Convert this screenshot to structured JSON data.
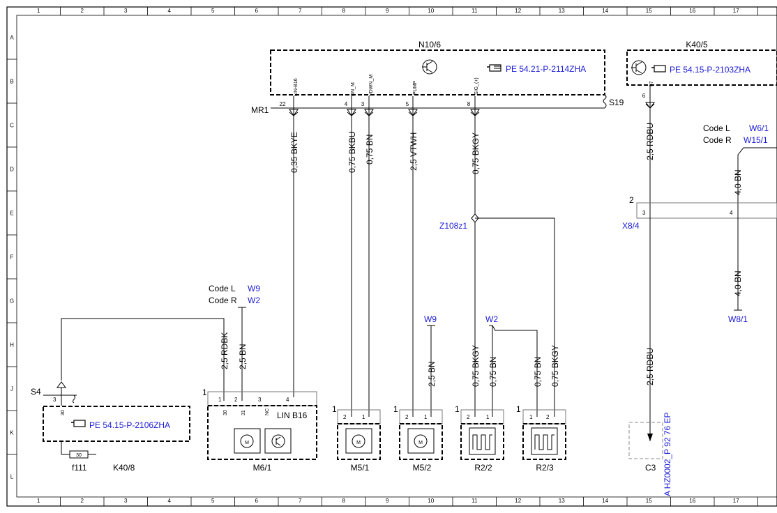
{
  "grid": {
    "cols": [
      "1",
      "2",
      "3",
      "4",
      "5",
      "6",
      "7",
      "8",
      "9",
      "10",
      "11",
      "12",
      "13",
      "14",
      "15",
      "16",
      "17"
    ],
    "rows": [
      "A",
      "B",
      "C",
      "D",
      "E",
      "F",
      "G",
      "H",
      "J",
      "K",
      "L"
    ]
  },
  "components": {
    "n10_6": {
      "title": "N10/6",
      "ref": "PE 54.21-P-2114ZHA",
      "bus": "MR1",
      "shield": "S19",
      "pins": [
        {
          "num": "22",
          "name": "LIN-B16",
          "wire": "0,35 BKYE"
        },
        {
          "num": "4",
          "name": "DN_M",
          "wire": "0,75 BKBU"
        },
        {
          "num": "3",
          "name": "VDWN_M",
          "wire": "0,75 BN"
        },
        {
          "num": "5",
          "name": "PUMP",
          "wire": "2,5 VTWH"
        },
        {
          "num": "8",
          "name": "SIG_(+)",
          "wire": "0,75 BKGY"
        }
      ]
    },
    "k40_5": {
      "title": "K40/5",
      "ref": "PE 54.15-P-2103ZHA",
      "pin": "6",
      "pin_name": "87",
      "wire": "2,5 RDBU",
      "wire_lower": "2,5 RDBU"
    },
    "k40_8": {
      "title": "K40/8",
      "ref": "PE 54.15-P-2106ZHA",
      "pin": "3",
      "pin_name": "30",
      "connector": "S4",
      "fuse": "f111",
      "fuse_label": "30"
    },
    "m6_1": {
      "title": "M6/1",
      "label": "LIN B16",
      "conn_num": "1",
      "pins": [
        {
          "num": "1",
          "name": "30",
          "wire": "2,5 RDBK"
        },
        {
          "num": "2",
          "name": "31",
          "wire": "2,5 BN"
        },
        {
          "num": "3",
          "name": "NC"
        },
        {
          "num": "4"
        }
      ]
    },
    "m5_1": {
      "title": "M5/1",
      "conn_num": "1",
      "pins": [
        "2",
        "1"
      ]
    },
    "m5_2": {
      "title": "M5/2",
      "conn_num": "1",
      "pins": [
        "2",
        "1"
      ],
      "wire": "2,5 BN"
    },
    "r2_2": {
      "title": "R2/2",
      "conn_num": "1",
      "pins": [
        "2",
        "1"
      ],
      "wires": [
        "0,75 BKGY",
        "0,75 BN"
      ]
    },
    "r2_3": {
      "title": "R2/3",
      "conn_num": "1",
      "pins": [
        "1",
        "2"
      ],
      "wires": [
        "0,75 BN",
        "0,75 BKGY"
      ]
    },
    "c3": {
      "title": "C3",
      "ref": "A HZ0002_P 92 76 EP"
    },
    "x8_4": {
      "title": "X8/4",
      "pins": [
        "2",
        "3",
        "4"
      ]
    },
    "z108z1": {
      "title": "Z108z1"
    },
    "w8_1": {
      "title": "W8/1",
      "wire": "4,0 BN"
    }
  },
  "codes": {
    "top_right": {
      "l_label": "Code L",
      "l_val": "W6/1",
      "r_label": "Code R",
      "r_val": "W15/1",
      "wire": "4,0 BN"
    },
    "m6": {
      "l_label": "Code L",
      "l_val": "W9",
      "r_label": "Code R",
      "r_val": "W2"
    },
    "w9": "W9",
    "w2": "W2"
  },
  "colors": {
    "link": "#1a1ad6",
    "line": "#000000"
  }
}
